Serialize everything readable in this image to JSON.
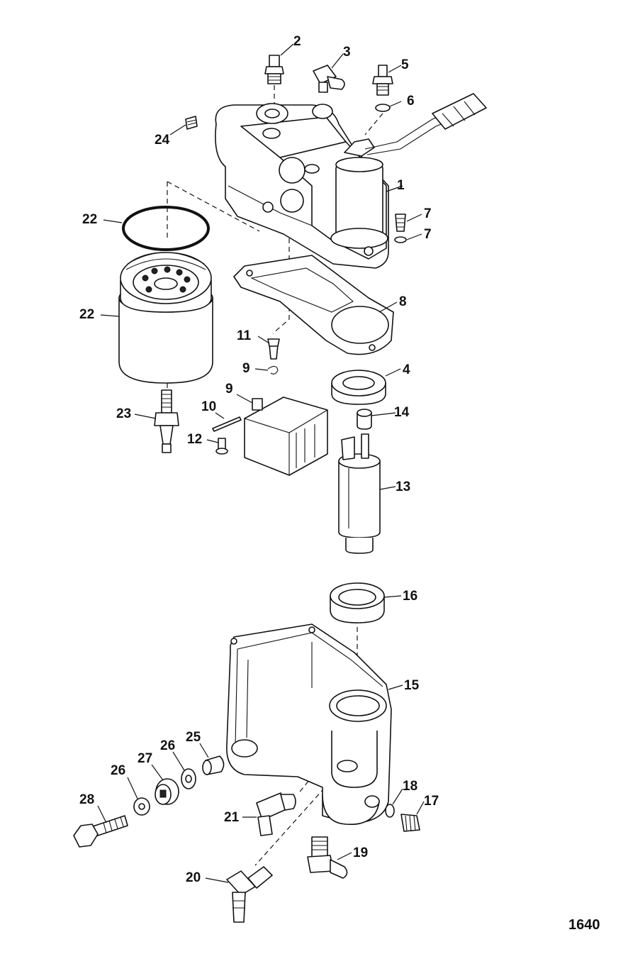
{
  "figure_number": "1640",
  "callouts": [
    "1",
    "2",
    "3",
    "4",
    "5",
    "6",
    "7",
    "7",
    "8",
    "9",
    "9",
    "10",
    "11",
    "12",
    "13",
    "14",
    "15",
    "16",
    "17",
    "18",
    "19",
    "20",
    "21",
    "22",
    "22",
    "23",
    "24",
    "25",
    "26",
    "26",
    "27",
    "28"
  ]
}
